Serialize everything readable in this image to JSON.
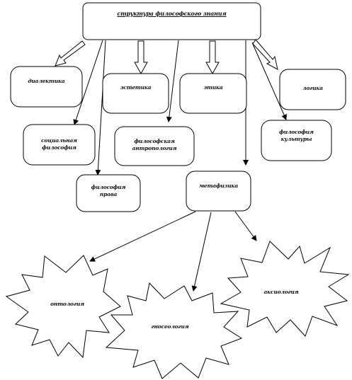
{
  "diagram": {
    "root": {
      "label": "структура философского знания"
    },
    "nodes": {
      "dialectics": "диалектика",
      "aesthetics": "эстетика",
      "ethics": "этика",
      "logic": "логика",
      "social_philosophy": "социальная философия",
      "philosophical_anthropology": "философская антропология",
      "philosophy_of_culture": "философия культуры",
      "philosophy_of_law": "философия права",
      "metaphysics": "метафизика"
    },
    "branches": {
      "ontology": "онтология",
      "gnoseology": "гносеология",
      "axiology": "аксиология"
    },
    "colors": {
      "stroke": "#000000",
      "fill": "#ffffff",
      "text": "#111111"
    }
  }
}
